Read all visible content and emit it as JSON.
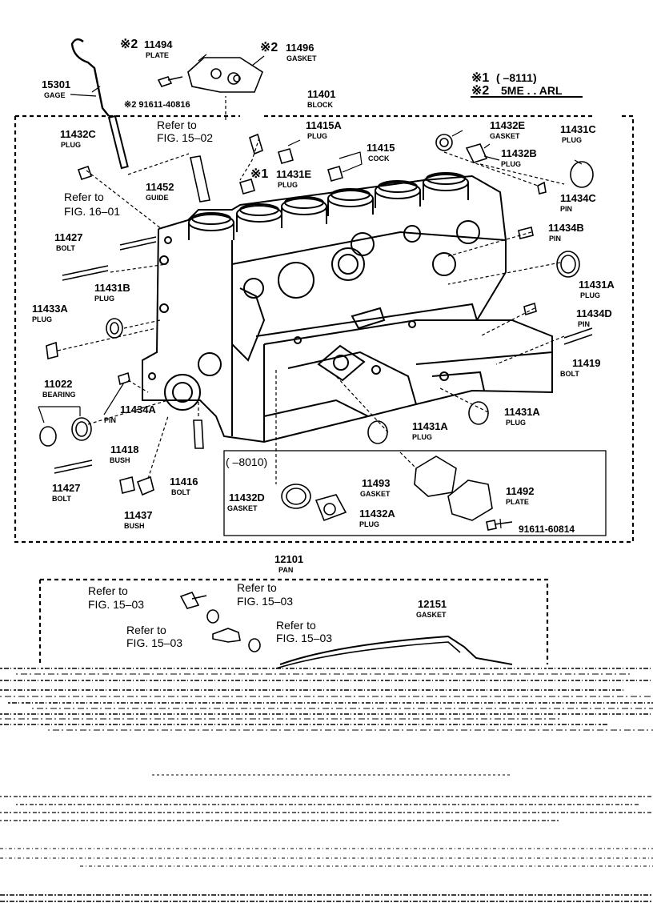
{
  "notes": {
    "n1": {
      "mark": "※1",
      "text": "(       –8111)"
    },
    "n2": {
      "mark": "※2",
      "text": "5ME . . ARL"
    }
  },
  "top": {
    "gage": {
      "part": "15301",
      "name": "GAGE"
    },
    "plate": {
      "mark": "※2",
      "part": "11494",
      "name": "PLATE"
    },
    "gasket": {
      "mark": "※2",
      "part": "11496",
      "name": "GASKET"
    },
    "bolt_ref": "※2 91611-40816",
    "block": {
      "part": "11401",
      "name": "BLOCK"
    }
  },
  "block_labels": [
    {
      "part": "11432C",
      "name": "PLUG"
    },
    {
      "part": "11415A",
      "name": "PLUG"
    },
    {
      "part": "11415",
      "name": "COCK"
    },
    {
      "part": "11432E",
      "name": "GASKET"
    },
    {
      "part": "11432B",
      "name": "PLUG"
    },
    {
      "part": "11431C",
      "name": "PLUG"
    },
    {
      "part": "11452",
      "name": "GUIDE"
    },
    {
      "part": "11431E",
      "name": "PLUG"
    },
    {
      "part": "11434C",
      "name": "PIN"
    },
    {
      "part": "11434B",
      "name": "PIN"
    },
    {
      "part": "11427",
      "name": "BOLT"
    },
    {
      "part": "11431B",
      "name": "PLUG"
    },
    {
      "part": "11431A",
      "name": "PLUG"
    },
    {
      "part": "11433A",
      "name": "PLUG"
    },
    {
      "part": "11434D",
      "name": "PIN"
    },
    {
      "part": "11419",
      "name": "BOLT"
    },
    {
      "part": "11022",
      "name": "BEARING"
    },
    {
      "part": "11434A",
      "name": "PIN"
    },
    {
      "part": "11431A",
      "name": "PLUG"
    },
    {
      "part": "11431A",
      "name": "PLUG"
    },
    {
      "part": "11418",
      "name": "BUSH"
    },
    {
      "part": "11427",
      "name": "BOLT"
    },
    {
      "part": "11416",
      "name": "BOLT"
    },
    {
      "part": "11437",
      "name": "BUSH"
    }
  ],
  "refs": {
    "fig_15_02": [
      "Refer to",
      "FIG. 15–02"
    ],
    "fig_16_01": [
      "Refer to",
      "FIG. 16–01"
    ],
    "fig_15_03": [
      "Refer to",
      "FIG. 15–03"
    ]
  },
  "mark_1": "※1",
  "inset": {
    "range": "(      –8010)",
    "gasket_d": {
      "part": "11432D",
      "name": "GASKET"
    },
    "plug_a": {
      "part": "11432A",
      "name": "PLUG"
    },
    "gasket": {
      "part": "11493",
      "name": "GASKET"
    },
    "plate": {
      "part": "11492",
      "name": "PLATE"
    },
    "bolt": "91611-60814"
  },
  "pan": {
    "part": "12101",
    "name": "PAN"
  },
  "pan_gasket": {
    "part": "12151",
    "name": "GASKET"
  }
}
